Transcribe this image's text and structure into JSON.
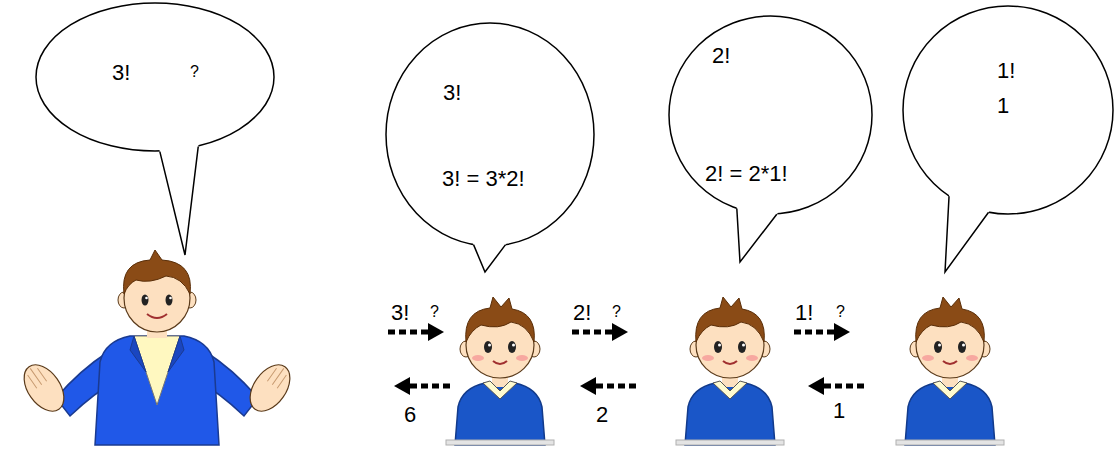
{
  "diagram": {
    "nodes": [
      {
        "text": [
          "3!",
          "?"
        ]
      },
      {
        "text": [
          "3!",
          "3! = 3*2!"
        ]
      },
      {
        "text": [
          "2!",
          "2! = 2*1!"
        ]
      },
      {
        "text": [
          "1!",
          "1"
        ]
      }
    ],
    "labels": [
      "3!",
      "?",
      "6",
      "2!",
      "?",
      "2",
      "1!",
      "?",
      "1"
    ]
  }
}
